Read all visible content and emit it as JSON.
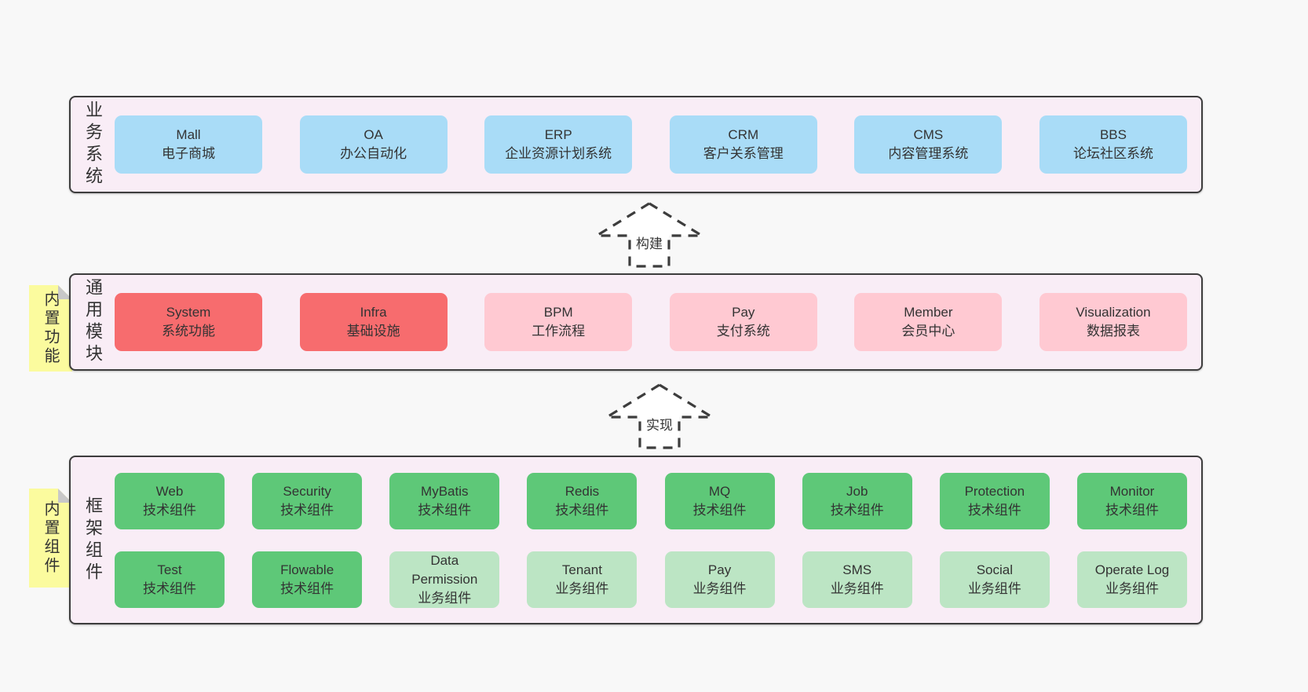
{
  "diagram": {
    "layers": {
      "business": {
        "label": "业务系统",
        "boxes": [
          {
            "name": "Mall",
            "desc": "电子商城"
          },
          {
            "name": "OA",
            "desc": "办公自动化"
          },
          {
            "name": "ERP",
            "desc": "企业资源计划系统"
          },
          {
            "name": "CRM",
            "desc": "客户关系管理"
          },
          {
            "name": "CMS",
            "desc": "内容管理系统"
          },
          {
            "name": "BBS",
            "desc": "论坛社区系统"
          }
        ]
      },
      "modules": {
        "label": "通用模块",
        "sticky_note": "内置功能",
        "boxes": [
          {
            "name": "System",
            "desc": "系统功能"
          },
          {
            "name": "Infra",
            "desc": "基础设施"
          },
          {
            "name": "BPM",
            "desc": "工作流程"
          },
          {
            "name": "Pay",
            "desc": "支付系统"
          },
          {
            "name": "Member",
            "desc": "会员中心"
          },
          {
            "name": "Visualization",
            "desc": "数据报表"
          }
        ]
      },
      "components": {
        "label": "框架组件",
        "sticky_note": "内置组件",
        "row1": [
          {
            "name": "Web",
            "desc": "技术组件"
          },
          {
            "name": "Security",
            "desc": "技术组件"
          },
          {
            "name": "MyBatis",
            "desc": "技术组件"
          },
          {
            "name": "Redis",
            "desc": "技术组件"
          },
          {
            "name": "MQ",
            "desc": "技术组件"
          },
          {
            "name": "Job",
            "desc": "技术组件"
          },
          {
            "name": "Protection",
            "desc": "技术组件"
          },
          {
            "name": "Monitor",
            "desc": "技术组件"
          }
        ],
        "row2": [
          {
            "name": "Test",
            "desc": "技术组件"
          },
          {
            "name": "Flowable",
            "desc": "技术组件"
          },
          {
            "name": "Data Permission",
            "desc": "业务组件"
          },
          {
            "name": "Tenant",
            "desc": "业务组件"
          },
          {
            "name": "Pay",
            "desc": "业务组件"
          },
          {
            "name": "SMS",
            "desc": "业务组件"
          },
          {
            "name": "Social",
            "desc": "业务组件"
          },
          {
            "name": "Operate Log",
            "desc": "业务组件"
          }
        ]
      }
    },
    "arrows": [
      {
        "label": "构建"
      },
      {
        "label": "实现"
      }
    ],
    "colors": {
      "background": "#f8f8f8",
      "container_fill": "#f9edf6",
      "container_border": "#3d3d3d",
      "business_box_blue": "#a9dcf7",
      "core_module_box_red": "#f76c6e",
      "module_box_pink": "#ffc9d2",
      "tech_component_box_green": "#5ec878",
      "biz_component_box_light_green": "#bce5c4",
      "sticky_note_yellow": "#fbfb9e",
      "text": "#333333"
    }
  }
}
